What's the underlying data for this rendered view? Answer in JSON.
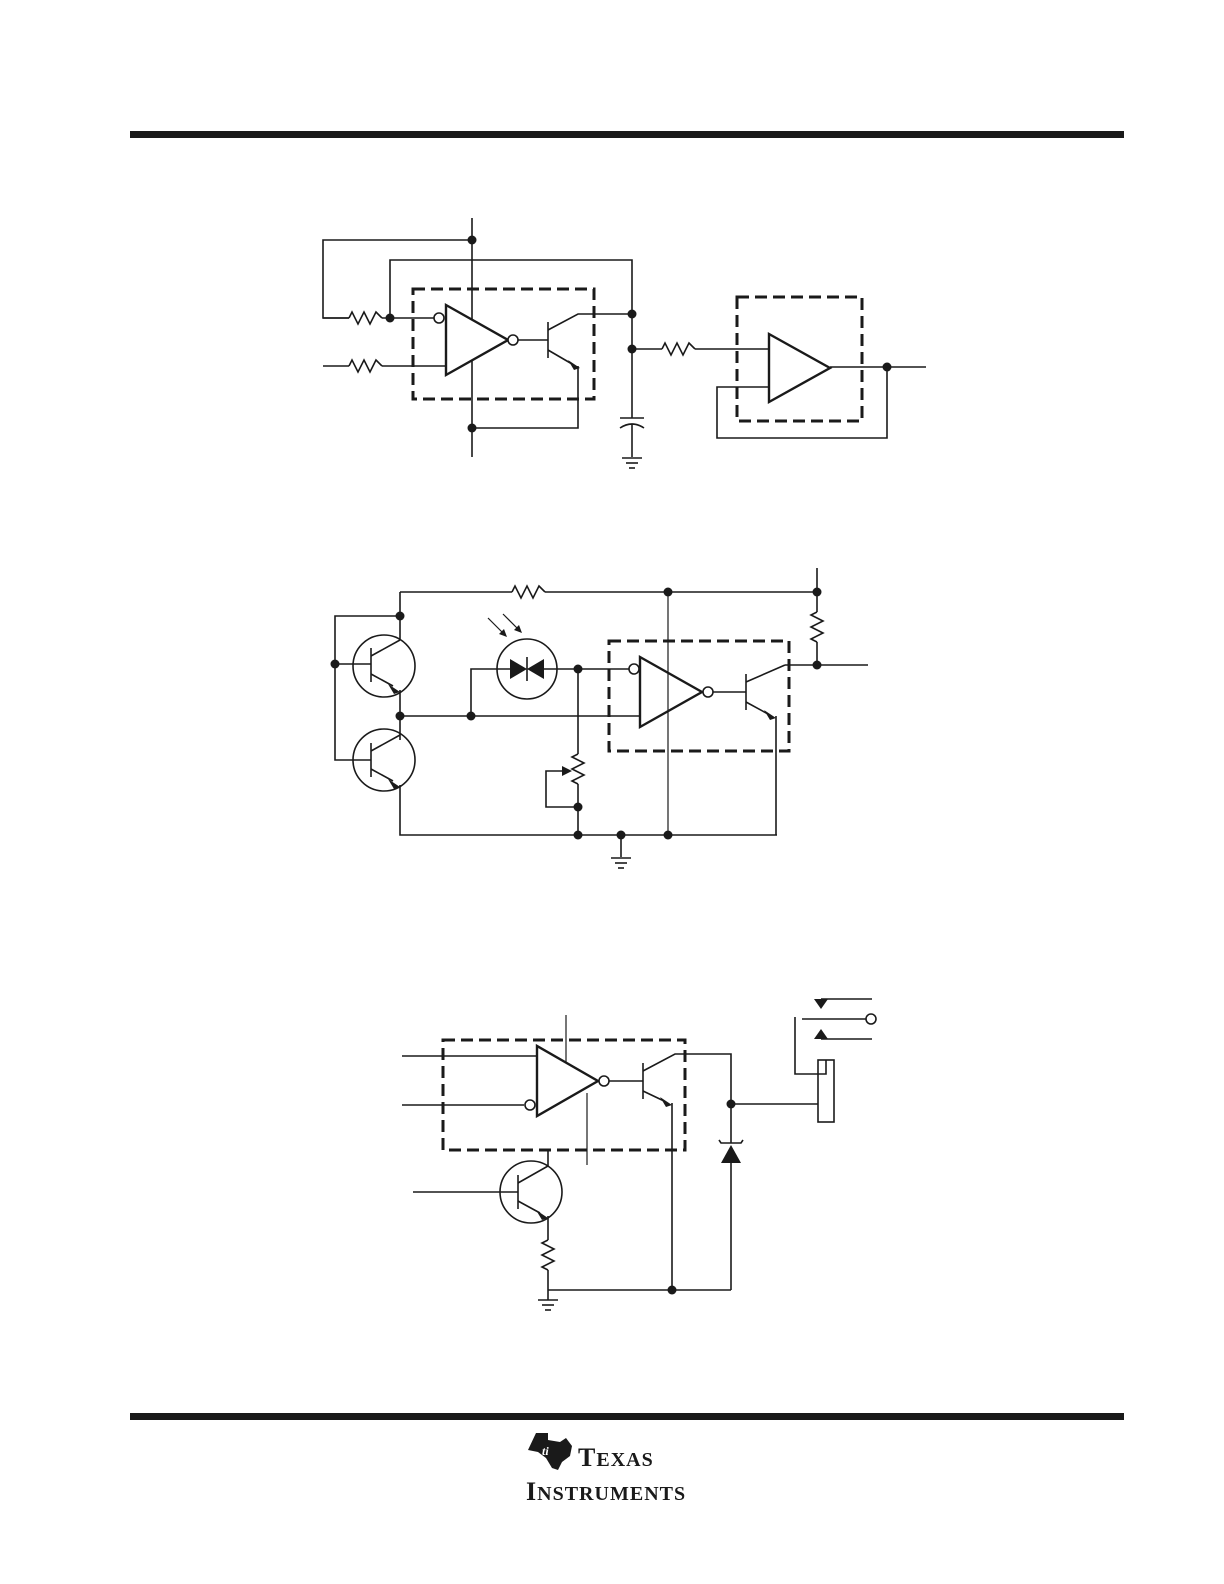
{
  "page": {
    "background": "#ffffff",
    "ink": "#1a1a1a"
  },
  "footer": {
    "logo": {
      "icon": "ti-state-outline-logo",
      "line1": "Texas",
      "line2": "Instruments"
    }
  },
  "diagrams": [
    {
      "name": "comparator-with-rc-filter-and-buffer",
      "components": [
        "resistor",
        "resistor",
        "comparator",
        "open-collector-transistor",
        "resistor",
        "capacitor",
        "ground",
        "buffer-amplifier"
      ]
    },
    {
      "name": "photodiode-detector-with-comparator",
      "components": [
        "transistor",
        "transistor",
        "photodiode",
        "potentiometer",
        "comparator",
        "open-collector-transistor",
        "pull-up-resistor",
        "resistor",
        "ground"
      ]
    },
    {
      "name": "comparator-relay-driver",
      "components": [
        "comparator",
        "open-collector-transistor",
        "transistor",
        "resistor",
        "diode",
        "relay-coil",
        "relay-contacts",
        "ground"
      ]
    }
  ]
}
